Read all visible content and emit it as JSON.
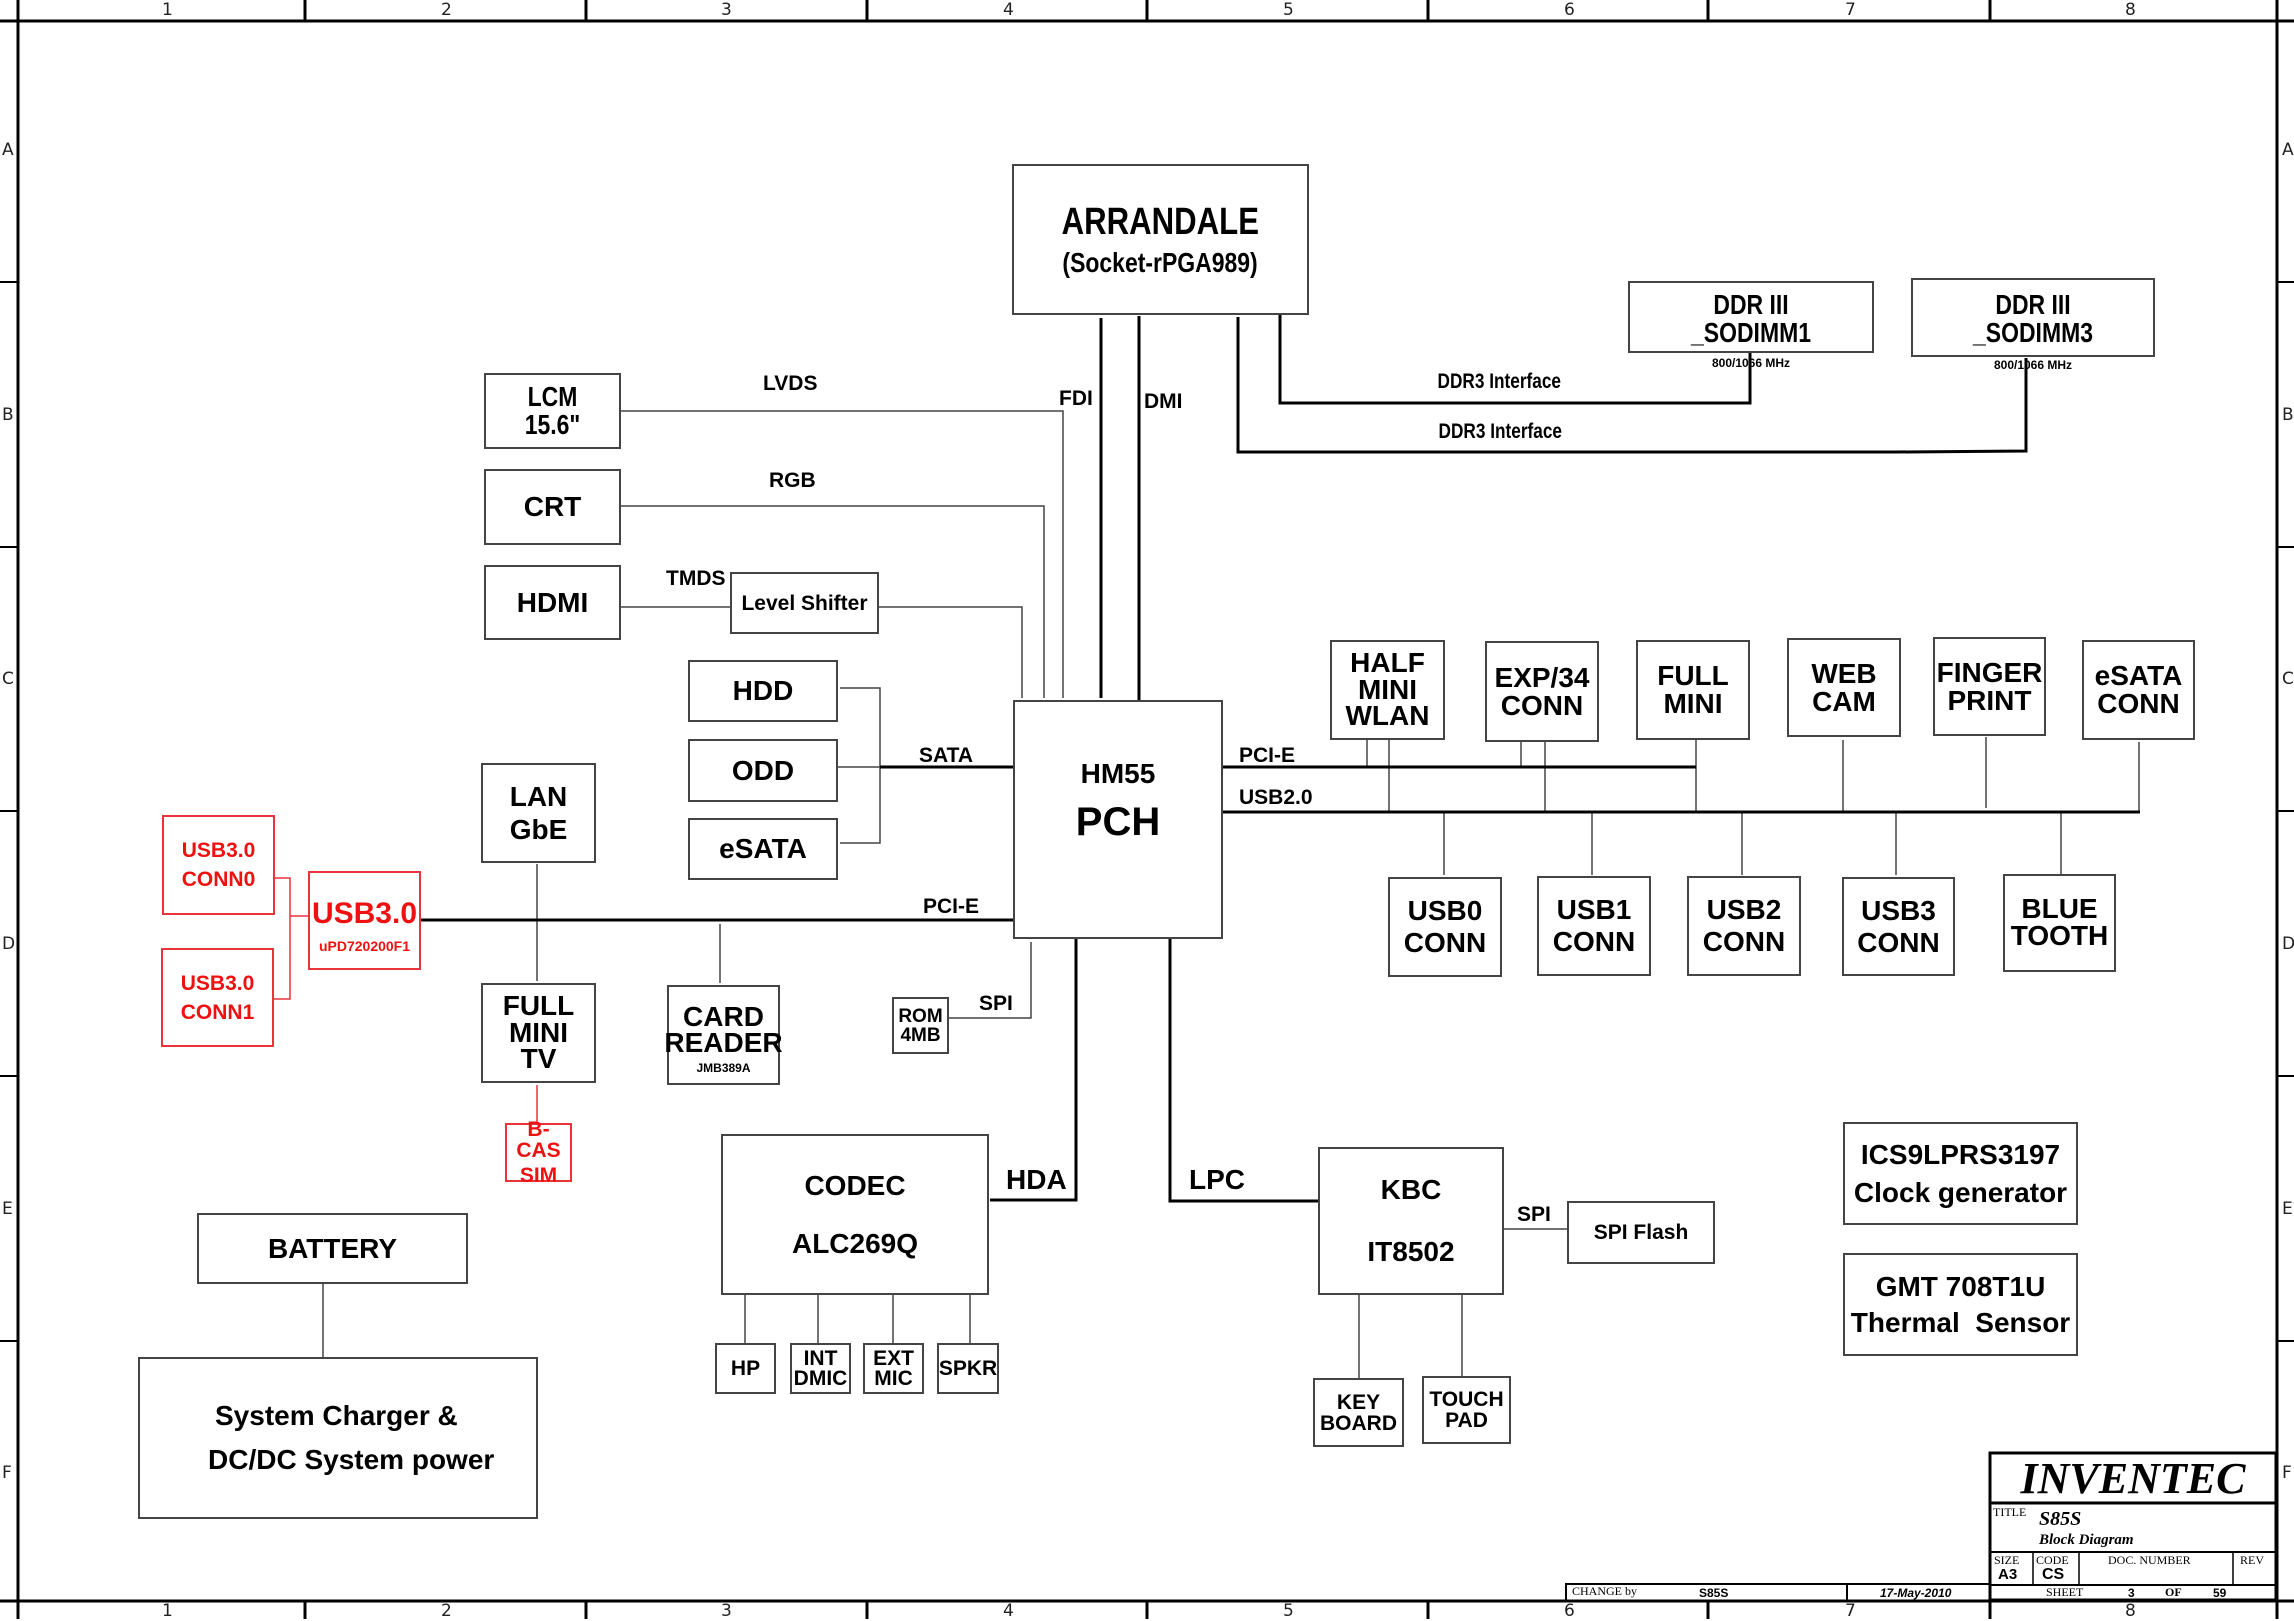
{
  "frame": {
    "columns": [
      "1",
      "2",
      "3",
      "4",
      "5",
      "6",
      "7",
      "8"
    ],
    "rows": [
      "A",
      "B",
      "C",
      "D",
      "E",
      "F"
    ]
  },
  "cpu": {
    "name": "ARRANDALE",
    "socket": "(Socket-rPGA989)"
  },
  "memory": [
    {
      "name": "DDR III _SODIMM1",
      "speed": "800/1066 MHz",
      "bus": "DDR3 Interface"
    },
    {
      "name": "DDR III _SODIMM3",
      "speed": "800/1066 MHz",
      "bus": "DDR3 Interface"
    }
  ],
  "cpu_links": {
    "fdi": "FDI",
    "dmi": "DMI"
  },
  "display": {
    "lcm": "LCM 15.6\"",
    "lvds": "LVDS",
    "crt": "CRT",
    "rgb": "RGB",
    "hdmi": "HDMI",
    "tmds": "TMDS",
    "level_shifter": "Level Shifter"
  },
  "storage": {
    "hdd": "HDD",
    "odd": "ODD",
    "esata": "eSATA",
    "bus": "SATA"
  },
  "pch": {
    "model": "HM55",
    "name": "PCH",
    "pcie_right": "PCI-E",
    "usb": "USB2.0",
    "pcie_left": "PCI-E"
  },
  "usb3": {
    "conn0": [
      "USB3.0",
      "CONN0"
    ],
    "conn1": [
      "USB3.0",
      "CONN1"
    ],
    "chip": "USB3.0",
    "chip_part": "uPD720200F1"
  },
  "lan": [
    "LAN",
    "GbE"
  ],
  "tv": [
    "FULL",
    "MINI",
    "TV"
  ],
  "bcas": [
    "B-CAS",
    "SIM"
  ],
  "card_reader": {
    "lines": [
      "CARD",
      "READER"
    ],
    "part": "JMB389A"
  },
  "rom": {
    "lines": [
      "ROM",
      "4MB"
    ],
    "bus": "SPI"
  },
  "pcie_devices": [
    [
      "HALF",
      "MINI",
      "WLAN"
    ],
    [
      "EXP/34",
      "CONN"
    ],
    [
      "FULL",
      "MINI"
    ],
    [
      "WEB",
      "CAM"
    ],
    [
      "FINGER",
      "PRINT"
    ],
    [
      "eSATA",
      "CONN"
    ]
  ],
  "usb_devices": [
    [
      "USB0",
      "CONN"
    ],
    [
      "USB1",
      "CONN"
    ],
    [
      "USB2",
      "CONN"
    ],
    [
      "USB3",
      "CONN"
    ],
    [
      "BLUE",
      "TOOTH"
    ]
  ],
  "audio": {
    "bus": "HDA",
    "codec": "CODEC",
    "codec_part": "ALC269Q",
    "ports": [
      [
        "HP"
      ],
      [
        "INT",
        "DMIC"
      ],
      [
        "EXT",
        "MIC"
      ],
      [
        "SPKR"
      ]
    ]
  },
  "kbc": {
    "bus": "LPC",
    "name": "KBC",
    "part": "IT8502",
    "spi": "SPI",
    "flash": "SPI Flash",
    "inputs": [
      [
        "KEY",
        "BOARD"
      ],
      [
        "TOUCH",
        "PAD"
      ]
    ]
  },
  "misc": {
    "clock": [
      "ICS9LPRS3197",
      "Clock generator"
    ],
    "thermal": [
      "GMT 708T1U",
      "Thermal  Sensor"
    ]
  },
  "power": {
    "battery": "BATTERY",
    "charger": [
      "System Charger &",
      "DC/DC System power"
    ]
  },
  "title_block": {
    "company": "INVENTEC",
    "title_label": "TITLE",
    "title": "S85S",
    "subtitle": "Block Diagram",
    "size_label": "SIZE",
    "size": "A3",
    "code_label": "CODE",
    "code": "CS",
    "doc_label": "DOC. NUMBER",
    "rev_label": "REV",
    "sheet_label": "SHEET",
    "sheet": "3",
    "of_label": "OF",
    "total": "59",
    "change_label": "CHANGE by",
    "change_by": "S85S",
    "date": "17-May-2010"
  },
  "colors": {
    "usb3_red": "#ee1111",
    "line": "#000000",
    "box": "#444444"
  }
}
